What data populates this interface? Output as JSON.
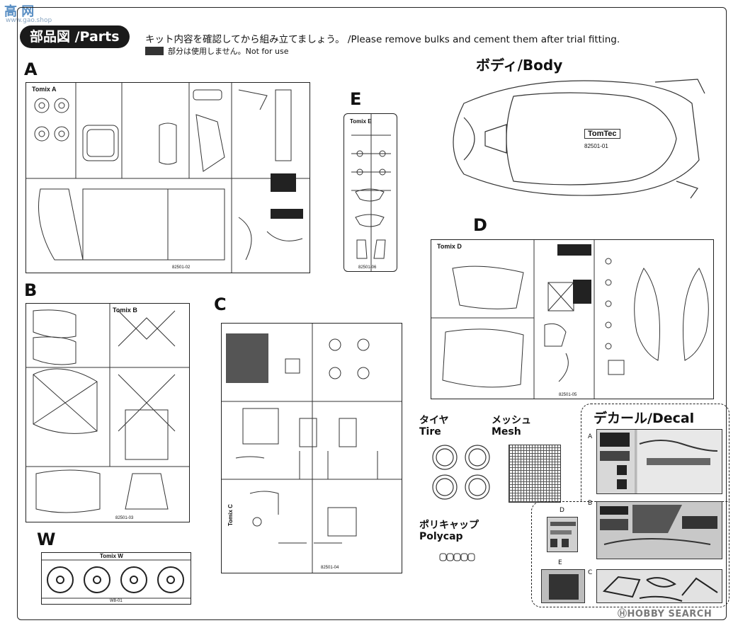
{
  "watermark_top": {
    "brand": "高 网",
    "domain": "www.gao.shop"
  },
  "header": {
    "title": "部品図 /Parts",
    "instruction": "キット内容を確認してから組み立てましょう。 /Please remove bulks and cement them after trial fitting.",
    "legend_text": "部分は使用しません。Not for use"
  },
  "sprues": {
    "a": {
      "letter": "A",
      "code": "82501-02",
      "logo": "Tomix A"
    },
    "b": {
      "letter": "B",
      "code": "82501-03",
      "logo": "Tomix B"
    },
    "c": {
      "letter": "C",
      "code": "82501-04",
      "logo": "Tomix C"
    },
    "d": {
      "letter": "D",
      "code": "82501-05",
      "logo": "Tomix D"
    },
    "e": {
      "letter": "E",
      "code": "82501-06",
      "logo": "Tomix E"
    },
    "w": {
      "letter": "W",
      "code": "W8-01",
      "logo": "Tomix W"
    }
  },
  "body": {
    "label": "ボディ/Body",
    "logo": "TomTec",
    "code": "82501-01"
  },
  "tire": {
    "jp": "タイヤ",
    "en": "Tire"
  },
  "mesh": {
    "jp": "メッシュ",
    "en": "Mesh"
  },
  "polycap": {
    "jp": "ポリキャップ",
    "en": "Polycap"
  },
  "decal": {
    "title": "デカール/Decal",
    "sheets": [
      "A",
      "B",
      "C",
      "D",
      "E"
    ]
  },
  "watermark_bottom": "ⒽHOBBY SEARCH"
}
